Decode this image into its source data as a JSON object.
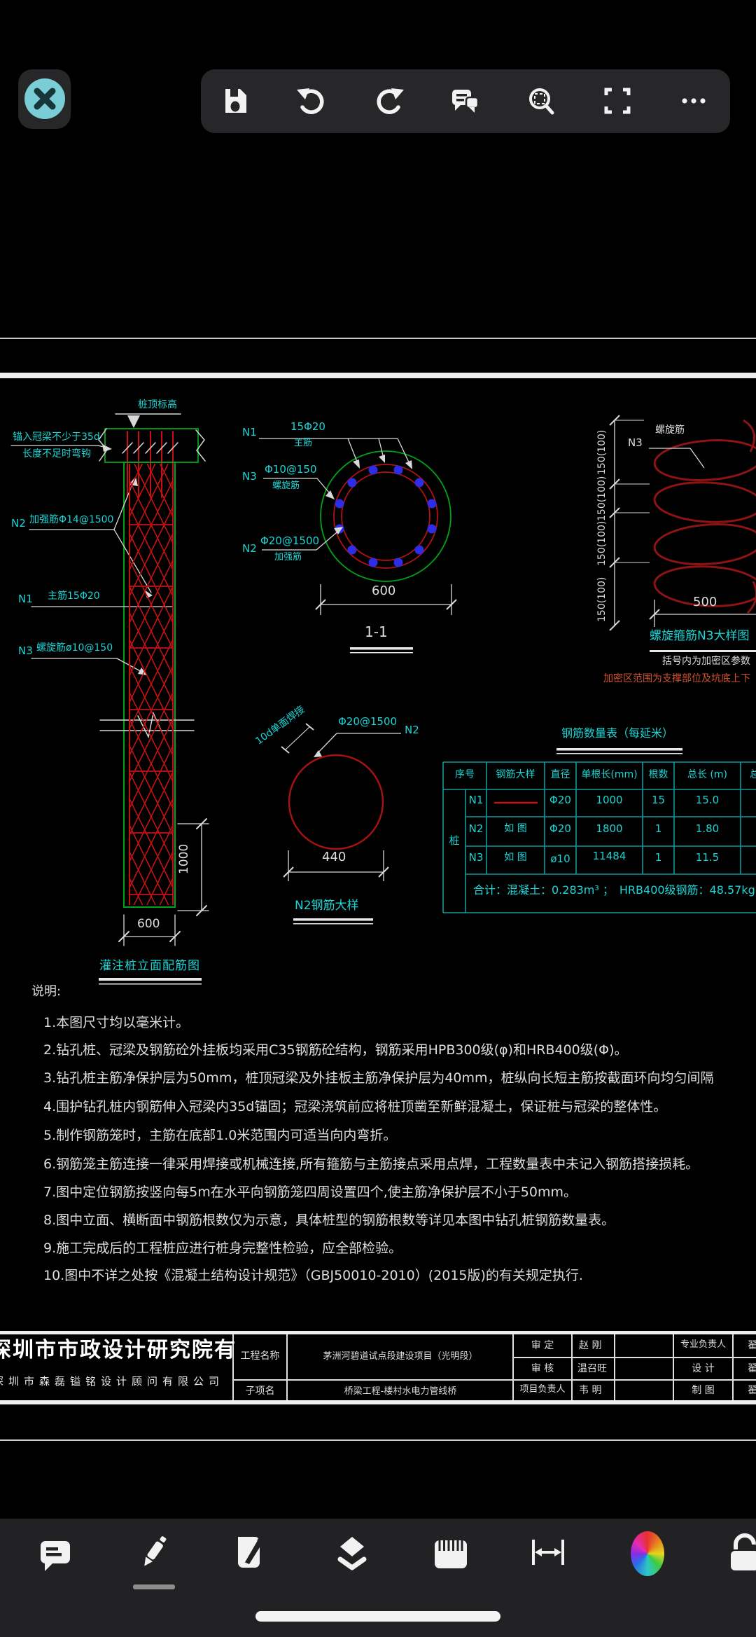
{
  "colors": {
    "bg": "#000000",
    "toolbar_bg": "#27272a",
    "close_teal": "#7bcdd5",
    "cad_cyan": "#1bd6d6",
    "cad_white": "#dedede",
    "cad_red": "#c41111",
    "cad_dark_red": "#8c1414",
    "cad_green": "#00a316",
    "dot_blue": "#2d2de8",
    "warn_red": "#d2522e",
    "icon_white": "#f2f2f2"
  },
  "top_toolbar": {
    "close_icon": "close",
    "icons": [
      {
        "name": "save-icon"
      },
      {
        "name": "undo-icon"
      },
      {
        "name": "redo-icon"
      },
      {
        "name": "comment-icon"
      },
      {
        "name": "zoom-icon"
      },
      {
        "name": "fullscreen-icon"
      },
      {
        "name": "more-icon"
      }
    ]
  },
  "drawing": {
    "elevation": {
      "top_label": "桩顶标高",
      "anchor_line1": "锚入冠梁不少于35d",
      "anchor_line2": "长度不足时弯钩",
      "n2_tag": "N2",
      "n2_text": "加强筋Φ14@1500",
      "n1_tag": "N1",
      "n1_text": "主筋15Φ20",
      "n3_tag": "N3",
      "n3_text": "螺旋筋ø10@150",
      "dim_height": "1000",
      "dim_width": "600",
      "title": "灌注桩立面配筋图"
    },
    "section": {
      "n1_tag": "N1",
      "n1_spec": "15Φ20",
      "n1_name": "主筋",
      "n3_tag": "N3",
      "n3_spec": "Φ10@150",
      "n3_name": "螺旋筋",
      "n2_tag": "N2",
      "n2_spec": "Φ20@1500",
      "n2_name": "加强筋",
      "dim": "600",
      "title": "1-1"
    },
    "spiral": {
      "label": "螺旋筋",
      "n3_tag": "N3",
      "dim_label": "150(100)",
      "dim_width": "500",
      "title": "螺旋箍筋N3大样图",
      "note_white": "括号内为加密区参数",
      "note_red": "加密区范围为支撑部位及坑底上下"
    },
    "n2_detail": {
      "weld": "10d单面焊接",
      "spec": "Φ20@1500",
      "tag": "N2",
      "dim": "440",
      "title": "N2钢筋大样"
    },
    "table": {
      "title": "钢筋数量表（每延米）",
      "headers": [
        "序号",
        "钢筋大样",
        "直径",
        "单根长(mm)",
        "根数",
        "总长 (m)",
        "总"
      ],
      "group": "桩",
      "rows": [
        {
          "id": "N1",
          "sample": "",
          "dia": "Φ20",
          "len": "1000",
          "count": "15",
          "total": "15.0"
        },
        {
          "id": "N2",
          "sample": "如 图",
          "dia": "Φ20",
          "len": "1800",
          "count": "1",
          "total": "1.80"
        },
        {
          "id": "N3",
          "sample": "如 图",
          "dia": "ø10",
          "len": "11484",
          "count": "1",
          "total": "11.5"
        }
      ],
      "summary": "合计：混凝土：0.283m³ ；　HRB400级钢筋：48.57kg."
    },
    "notes": {
      "title": "说明:",
      "items": [
        "1.本图尺寸均以毫米计。",
        "2.钻孔桩、冠梁及钢筋砼外挂板均采用C35钢筋砼结构，钢筋采用HPB300级(φ)和HRB400级(Φ)。",
        "3.钻孔桩主筋净保护层为50mm，桩顶冠梁及外挂板主筋净保护层为40mm，桩纵向长短主筋按截面环向均匀间隔",
        "4.围护钻孔桩内钢筋伸入冠梁内35d锚固；冠梁浇筑前应将桩顶凿至新鲜混凝土，保证桩与冠梁的整体性。",
        "5.制作钢筋笼时，主筋在底部1.0米范围内可适当向内弯折。",
        "6.钢筋笼主筋连接一律采用焊接或机械连接,所有箍筋与主筋接点采用点焊，工程数量表中未记入钢筋搭接损耗。",
        "7.图中定位钢筋按竖向每5m在水平向钢筋笼四周设置四个,使主筋净保护层不小于50mm。",
        "8.图中立面、横断面中钢筋根数仅为示意，具体桩型的钢筋根数等详见本图中钻孔桩钢筋数量表。",
        "9.施工完成后的工程桩应进行桩身完整性检验，应全部检验。",
        "10.图中不详之处按《混凝土结构设计规范》（GBJ50010-2010）(2015版)的有关规定执行."
      ]
    }
  },
  "title_block": {
    "company_main": "深圳市市政设计研究院有限公司",
    "company_sub": "深圳市森磊镒铭设计顾问有限公司",
    "project_label": "工程名称",
    "project_value": "茅洲河碧道试点段建设项目（光明段）",
    "sub_label": "子项名",
    "sub_value": "桥梁工程-楼村水电力管线桥",
    "approve_label": "审  定",
    "approve_name": "赵  刚",
    "check_label": "审  核",
    "check_name": "温召旺",
    "pm_label": "项目负责人",
    "pm_name": "韦  明",
    "lead_label": "专业负责人",
    "design_label": "设  计",
    "draft_label": "制  图",
    "edge_name": "翟"
  },
  "bottom_toolbar": {
    "icons": [
      {
        "name": "note-icon"
      },
      {
        "name": "pencil-icon"
      },
      {
        "name": "sign-icon"
      },
      {
        "name": "layers-icon"
      },
      {
        "name": "ruler-icon"
      },
      {
        "name": "measure-icon"
      },
      {
        "name": "color-wheel-icon"
      },
      {
        "name": "lock-icon"
      }
    ]
  }
}
